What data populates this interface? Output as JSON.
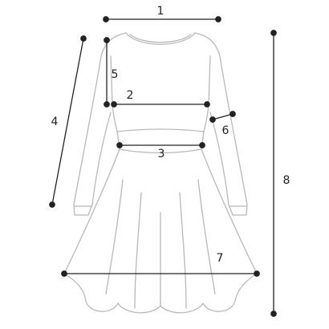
{
  "colors": {
    "garment_outline": "#b8b8b8",
    "measure_line": "#222222",
    "point": "#222222",
    "background": "#ffffff"
  },
  "garment": {
    "icon": "long-sleeve-flared-dress-icon"
  },
  "measurements": [
    {
      "id": "1",
      "label": "1"
    },
    {
      "id": "2",
      "label": "2"
    },
    {
      "id": "3",
      "label": "3"
    },
    {
      "id": "4",
      "label": "4"
    },
    {
      "id": "5",
      "label": "5"
    },
    {
      "id": "6",
      "label": "6"
    },
    {
      "id": "7",
      "label": "7"
    },
    {
      "id": "8",
      "label": "8"
    }
  ]
}
